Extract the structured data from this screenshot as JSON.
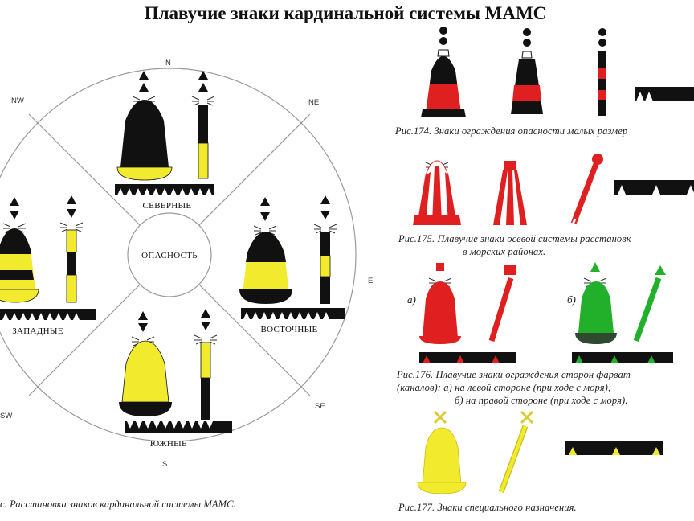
{
  "title": "Плавучие знаки кардинальной системы МАМС",
  "compass": {
    "n": "N",
    "s": "S",
    "e": "E",
    "ne": "NE",
    "nw": "NW",
    "se": "SE",
    "sw": "SW"
  },
  "center_label": "ОПАСНОСТЬ",
  "sectors": {
    "north": "СЕВЕРНЫЕ",
    "west": "ЗАПАДНЫЕ",
    "east": "ВОСТОЧНЫЕ",
    "south": "ЮЖНЫЕ"
  },
  "captions": {
    "main": "с. Расстановка знаков кардинальной системы МАМС.",
    "fig174": "Рис.174. Знаки ограждения опасности малых размер",
    "fig175_l1": "Рис.175. Плавучие знаки осевой системы расстановк",
    "fig175_l2": "в морских районах.",
    "fig176_l1": "Рис.176. Плавучие знаки ограждения сторон фарват",
    "fig176_l2": "(каналов): а) на левой стороне (при ходе с моря);",
    "fig176_l3": "б) на правой стороне (при ходе с моря).",
    "fig177": "Рис.177. Знаки специального назначения."
  },
  "sub_labels": {
    "a": "а)",
    "b": "б)"
  },
  "colors": {
    "black": "#111111",
    "yellow": "#f2ea2c",
    "red": "#e02020",
    "green": "#22b02a",
    "dark_green": "#2f4a2f"
  }
}
